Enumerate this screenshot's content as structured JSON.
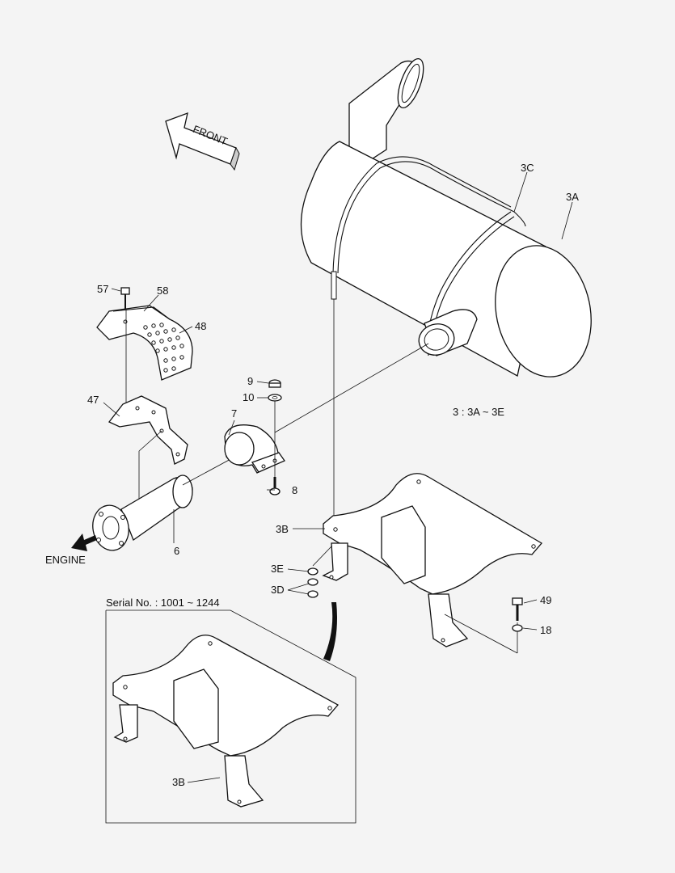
{
  "front_arrow": "FRONT",
  "engine_label": "ENGINE",
  "set_note": "3 : 3A ~ 3E",
  "serial_note": "Serial No. : 1001 ~ 1244",
  "callouts": {
    "c57": "57",
    "c58": "58",
    "c48": "48",
    "c47": "47",
    "c9": "9",
    "c10": "10",
    "c7": "7",
    "c8": "8",
    "c6": "6",
    "c3C": "3C",
    "c3A": "3A",
    "c3B": "3B",
    "c3E": "3E",
    "c3D": "3D",
    "c49": "49",
    "c18": "18",
    "c3B_inset": "3B"
  }
}
